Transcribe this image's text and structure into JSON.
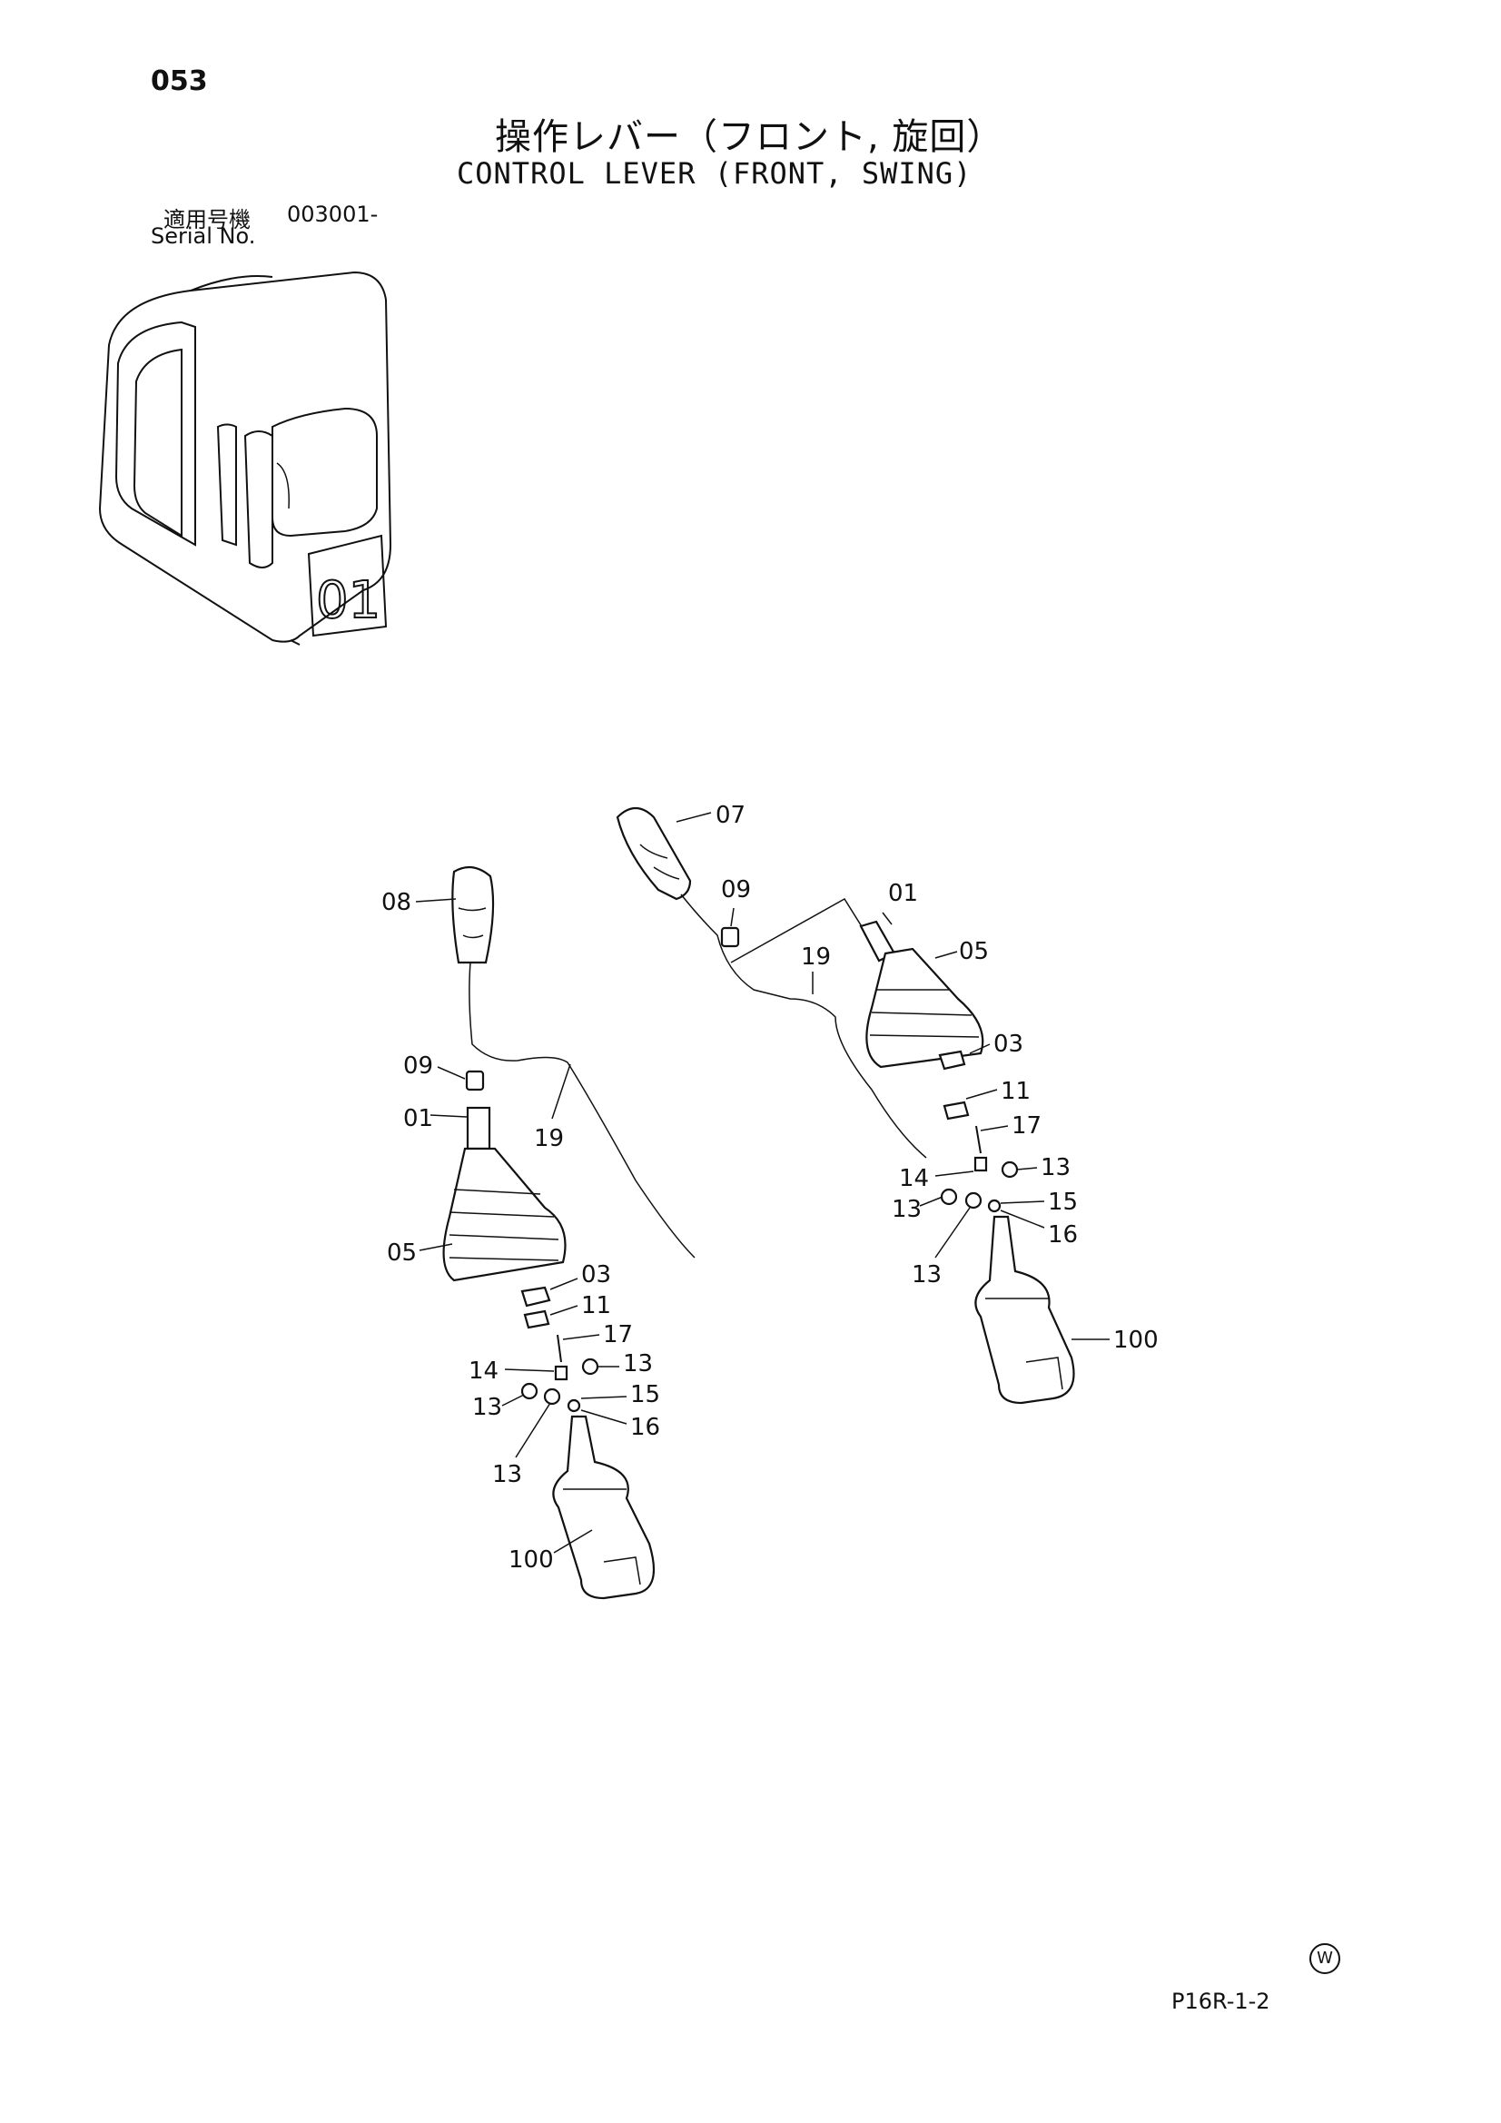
{
  "page": {
    "page_number": "053",
    "title_jp": "操作レバー（フロント, 旋回）",
    "title_en": "CONTROL LEVER (FRONT, SWING)",
    "serial_label_jp": "適用号機",
    "serial_value": "003001-",
    "serial_label_en": "Serial No.",
    "reference_code": "P16R-1-2",
    "corner_mark": "W"
  },
  "callouts": {
    "left": {
      "c08": "08",
      "c09": "09",
      "c01": "01",
      "c19": "19",
      "c05": "05",
      "c03": "03",
      "c11": "11",
      "c17": "17",
      "c14": "14",
      "c13a": "13",
      "c13b": "13",
      "c15": "15",
      "c16": "16",
      "c13c": "13",
      "c100": "100"
    },
    "right": {
      "c07": "07",
      "c09": "09",
      "c01": "01",
      "c19": "19",
      "c05": "05",
      "c03": "03",
      "c11": "11",
      "c17": "17",
      "c14": "14",
      "c13a": "13",
      "c13b": "13",
      "c15": "15",
      "c16": "16",
      "c13c": "13",
      "c100": "100"
    }
  }
}
